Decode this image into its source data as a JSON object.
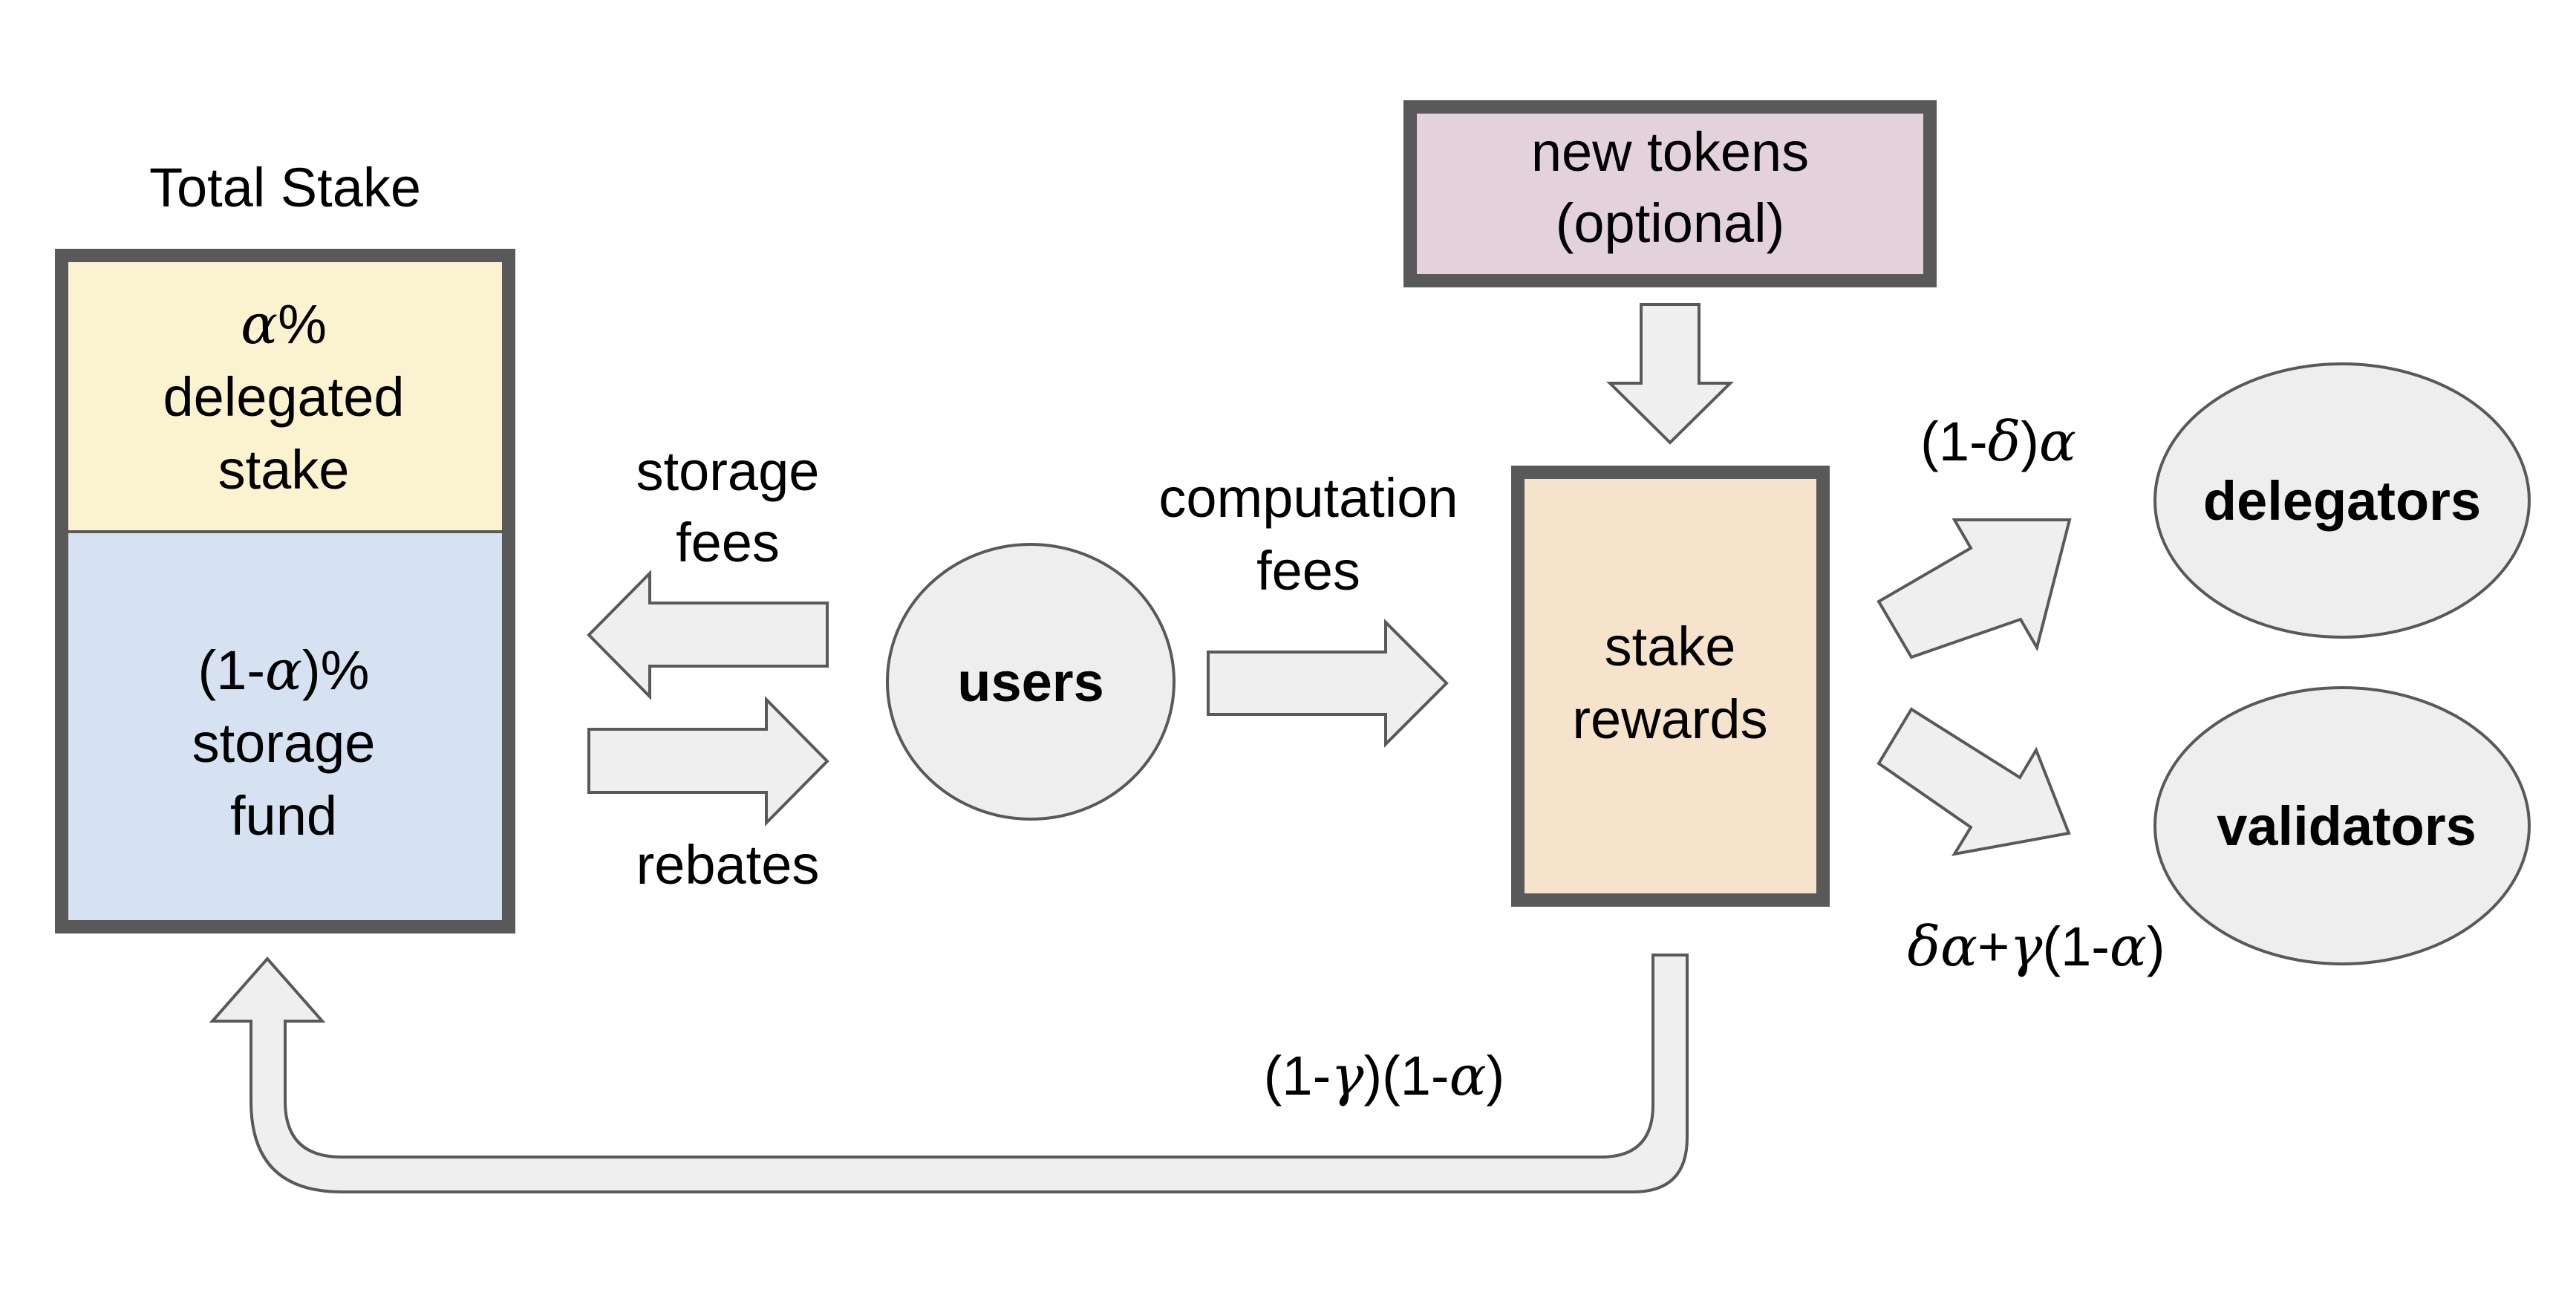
{
  "colors": {
    "delegated_fill": "#fbf2cf",
    "storage_fill": "#d6e2f2",
    "new_tokens_fill": "#e3d2dc",
    "stake_rewards_fill": "#f5e3cc",
    "node_fill": "#eeeeee",
    "arrow_fill": "#efefef",
    "stroke": "#595959"
  },
  "total_stake": {
    "title": "Total Stake",
    "delegated": {
      "line1_symbol": "α",
      "line1_suffix": "%",
      "line2": "delegated",
      "line3": "stake"
    },
    "storage": {
      "line1_prefix": "(1-",
      "line1_symbol": "α",
      "line1_suffix": ")%",
      "line2": "storage",
      "line3": "fund"
    }
  },
  "flows": {
    "storage_fees": {
      "line1": "storage",
      "line2": "fees"
    },
    "rebates": "rebates",
    "computation_fees": {
      "line1": "computation",
      "line2": "fees"
    }
  },
  "nodes": {
    "users": "users",
    "delegators": "delegators",
    "validators": "validators",
    "stake_rewards": {
      "line1": "stake",
      "line2": "rewards"
    },
    "new_tokens": {
      "line1": "new tokens",
      "line2": "(optional)"
    }
  },
  "formulas": {
    "delegators_share": {
      "p1": "(1-",
      "s1": "δ",
      "p2": ")",
      "s2": "α"
    },
    "validators_share": {
      "s1": "δα",
      "p1": "+",
      "s2": "γ",
      "p2": "(1-",
      "s3": "α",
      "p3": ")"
    },
    "storage_return": {
      "p1": "(1-",
      "s1": "γ",
      "p2": ")(1-",
      "s2": "α",
      "p3": ")"
    }
  },
  "icons": {
    "arrow_left": "arrow-left-icon",
    "arrow_right": "arrow-right-icon",
    "arrow_down": "arrow-down-icon",
    "arrow_up_right": "arrow-up-right-icon",
    "arrow_down_right": "arrow-down-right-icon",
    "u_turn_arrow": "u-turn-arrow-icon"
  }
}
